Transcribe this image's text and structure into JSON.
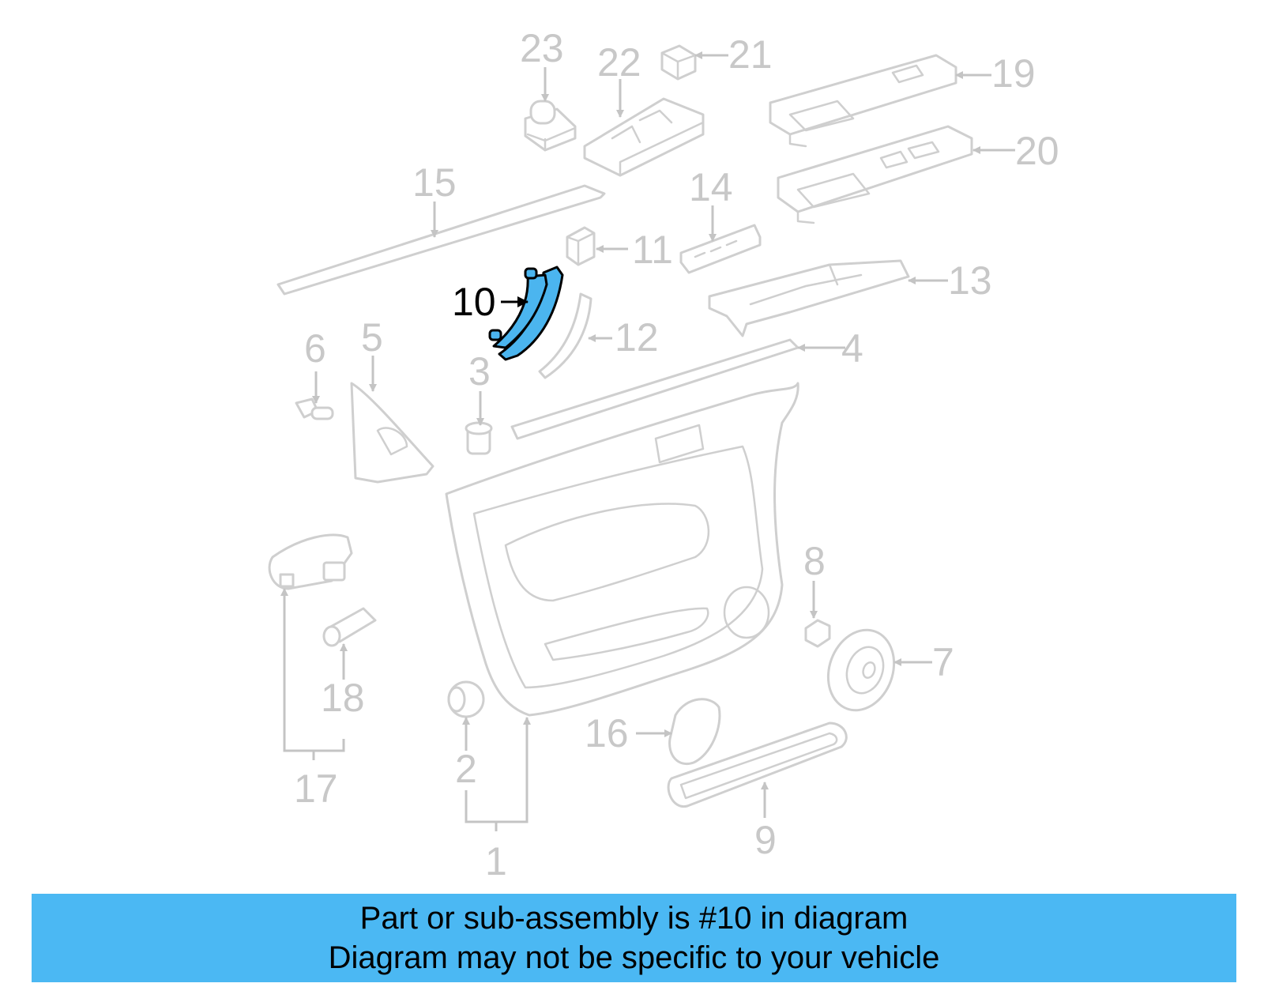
{
  "diagram": {
    "highlight_color": "#4bb5ef",
    "part_color": "#cfcfcf",
    "callouts": {
      "c1": "1",
      "c2": "2",
      "c3": "3",
      "c4": "4",
      "c5": "5",
      "c6": "6",
      "c7": "7",
      "c8": "8",
      "c9": "9",
      "c10": "10",
      "c11": "11",
      "c12": "12",
      "c13": "13",
      "c14": "14",
      "c15": "15",
      "c16": "16",
      "c17": "17",
      "c18": "18",
      "c19": "19",
      "c20": "20",
      "c21": "21",
      "c22": "22",
      "c23": "23"
    },
    "highlighted_part": "10"
  },
  "banner": {
    "color": "#4bb8f3",
    "line1": "Part or sub-assembly is #10 in diagram",
    "line2": "Diagram may not be specific to your vehicle"
  }
}
